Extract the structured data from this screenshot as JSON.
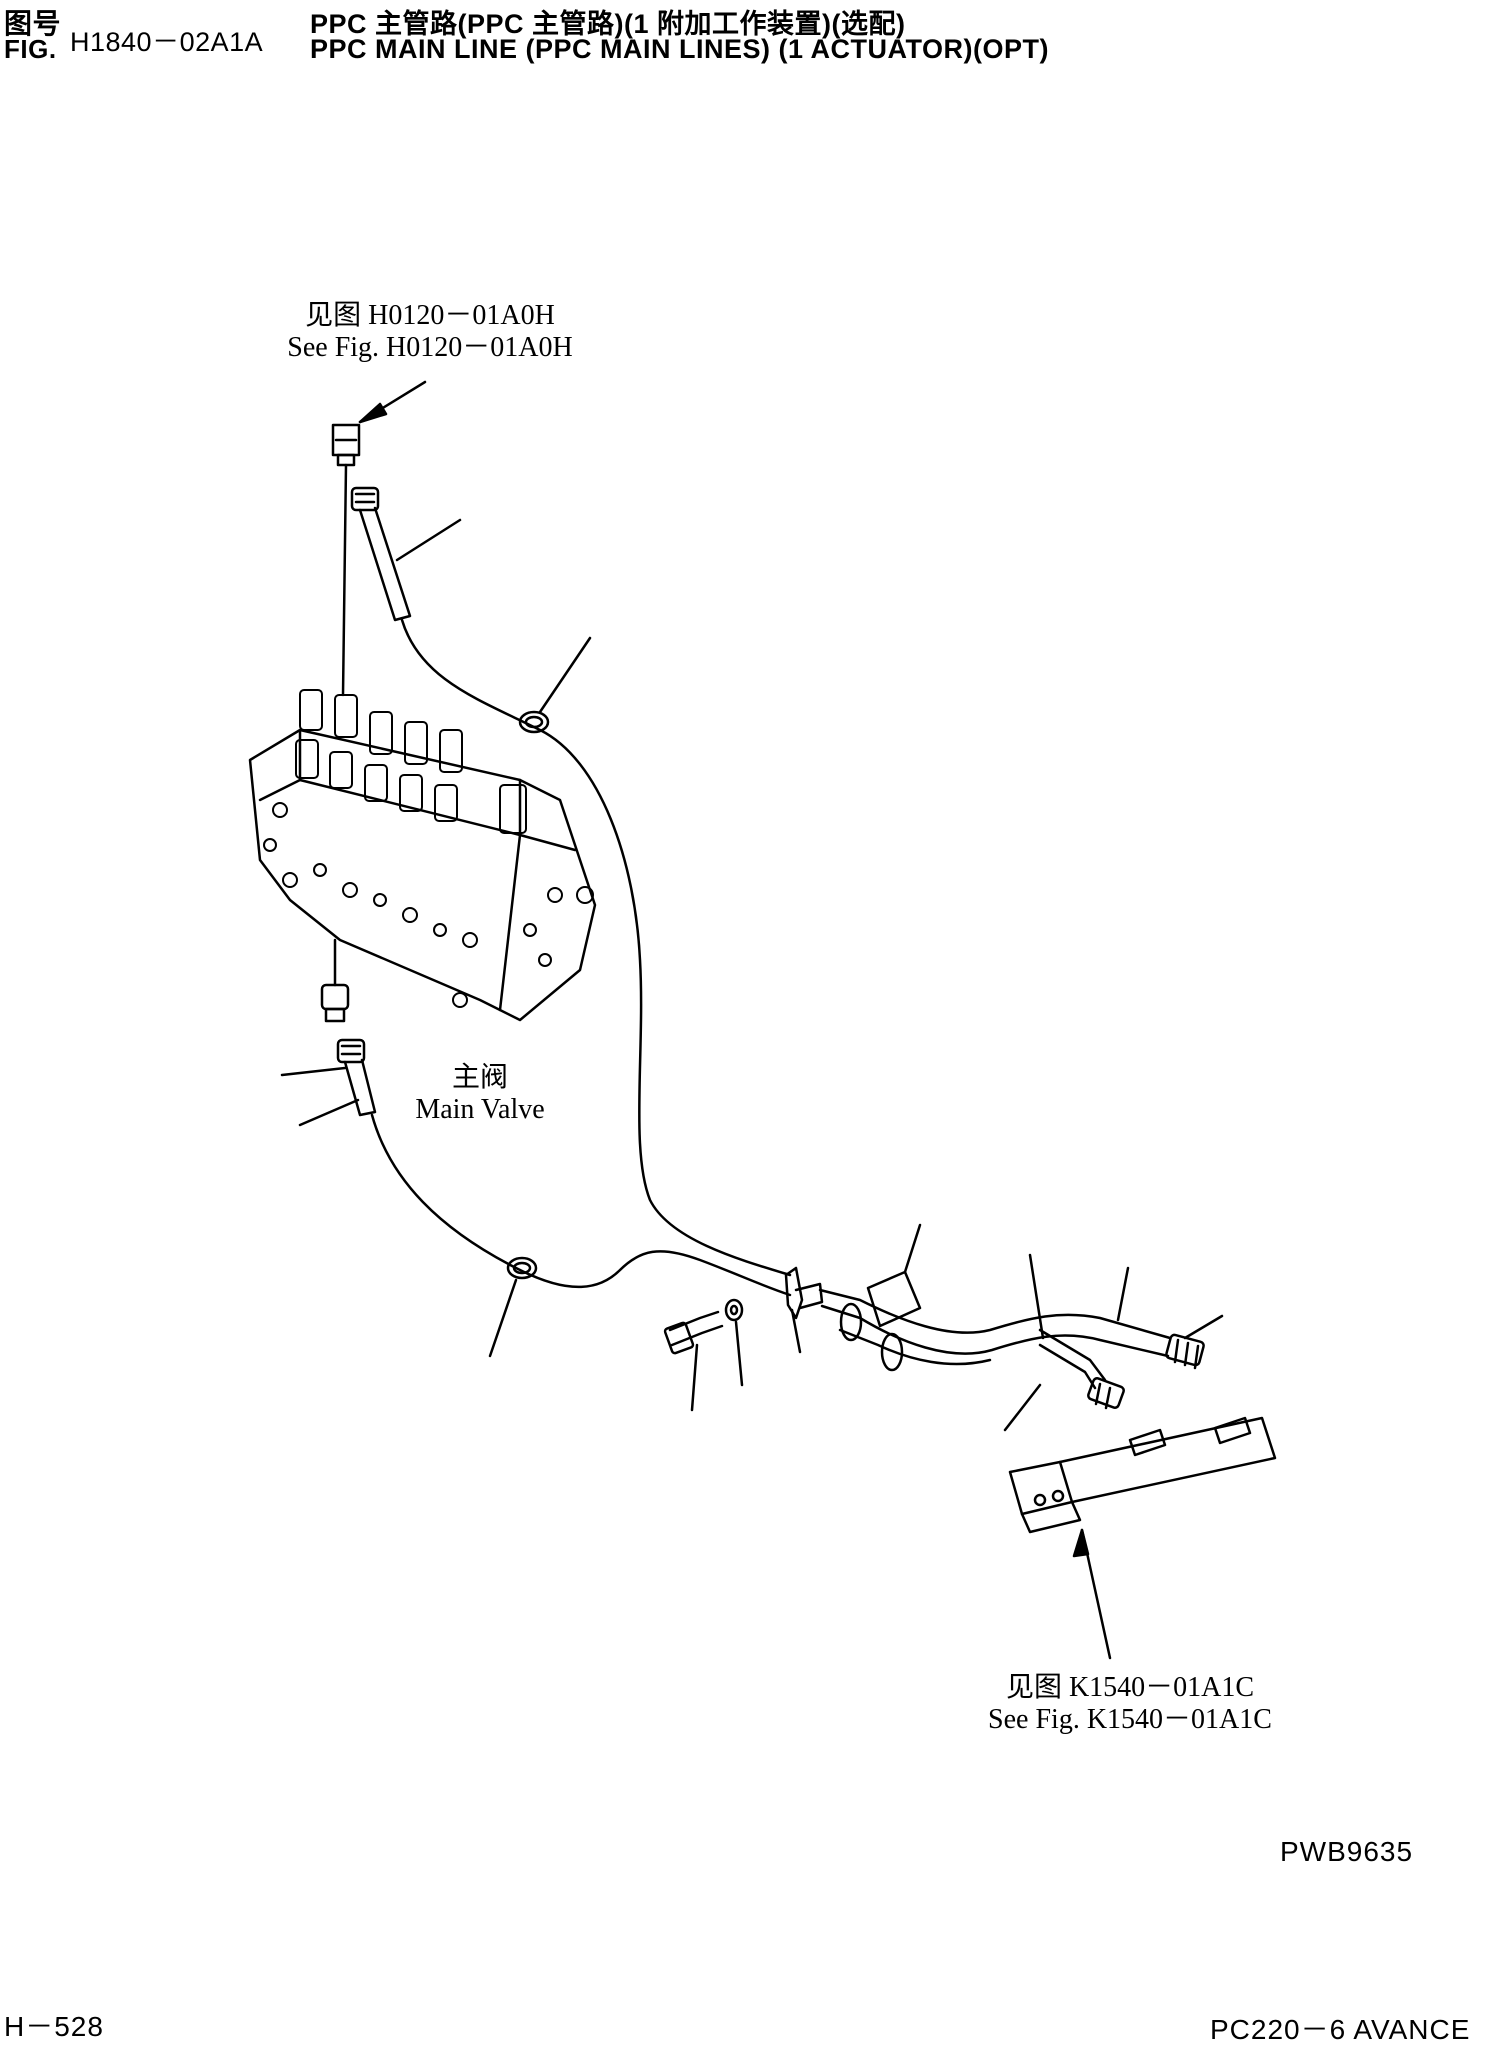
{
  "header": {
    "fig_label_cn": "图号",
    "fig_label_en": "FIG.",
    "fig_number": "H1840－02A1A",
    "title_cn": "PPC 主管路(PPC 主管路)(1 附加工作装置)(选配)",
    "title_en": "PPC MAIN LINE (PPC MAIN LINES) (1 ACTUATOR)(OPT)"
  },
  "references": {
    "top": {
      "cn": "见图 H0120－01A0H",
      "en": "See Fig. H0120－01A0H"
    },
    "bottom": {
      "cn": "见图 K1540－01A1C",
      "en": "See Fig. K1540－01A1C"
    }
  },
  "main_valve": {
    "cn": "主阀",
    "en": "Main Valve"
  },
  "footer": {
    "drawing_code": "PWB9635",
    "page_number": "H－528",
    "model": "PC220－6 AVANCE"
  }
}
